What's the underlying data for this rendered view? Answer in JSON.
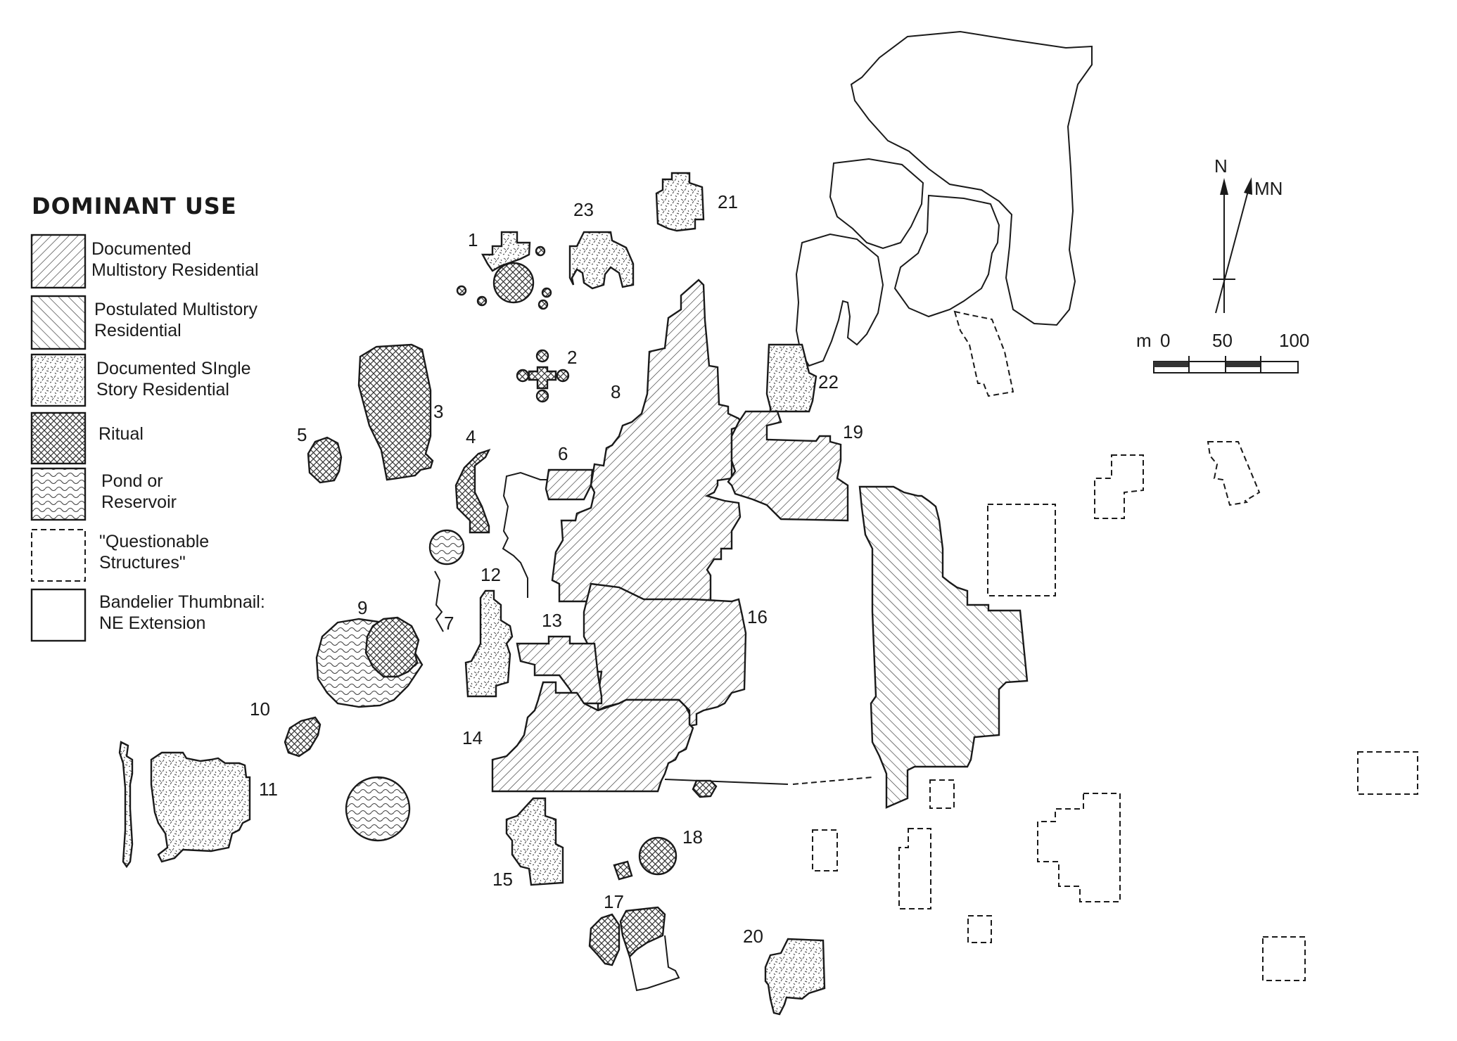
{
  "legend": {
    "title": "DOMINANT USE",
    "items": [
      {
        "id": "doc-multi",
        "line1": "Documented",
        "line2": "Multistory Residential"
      },
      {
        "id": "post-multi",
        "line1": "Postulated Multistory",
        "line2": "Residential"
      },
      {
        "id": "doc-single",
        "line1": "Documented SIngle",
        "line2": "Story Residential"
      },
      {
        "id": "ritual",
        "line1": "Ritual",
        "line2": ""
      },
      {
        "id": "pond",
        "line1": "Pond or",
        "line2": "Reservoir"
      },
      {
        "id": "questionable",
        "line1": "\"Questionable",
        "line2": "Structures\""
      },
      {
        "id": "bandelier",
        "line1": "Bandelier Thumbnail:",
        "line2": "NE Extension"
      }
    ]
  },
  "north_arrow": {
    "true_north": "N",
    "magnetic_north": "MN"
  },
  "scale_bar": {
    "unit": "m",
    "ticks": [
      "0",
      "50",
      "100"
    ]
  },
  "features": [
    "1",
    "2",
    "3",
    "4",
    "5",
    "6",
    "7",
    "8",
    "9",
    "10",
    "11",
    "12",
    "13",
    "14",
    "15",
    "16",
    "17",
    "18",
    "19",
    "20",
    "21",
    "22",
    "23"
  ],
  "colors": {
    "ink": "#1a1a1a",
    "paper": "#ffffff",
    "scale_dark": "#333333"
  }
}
